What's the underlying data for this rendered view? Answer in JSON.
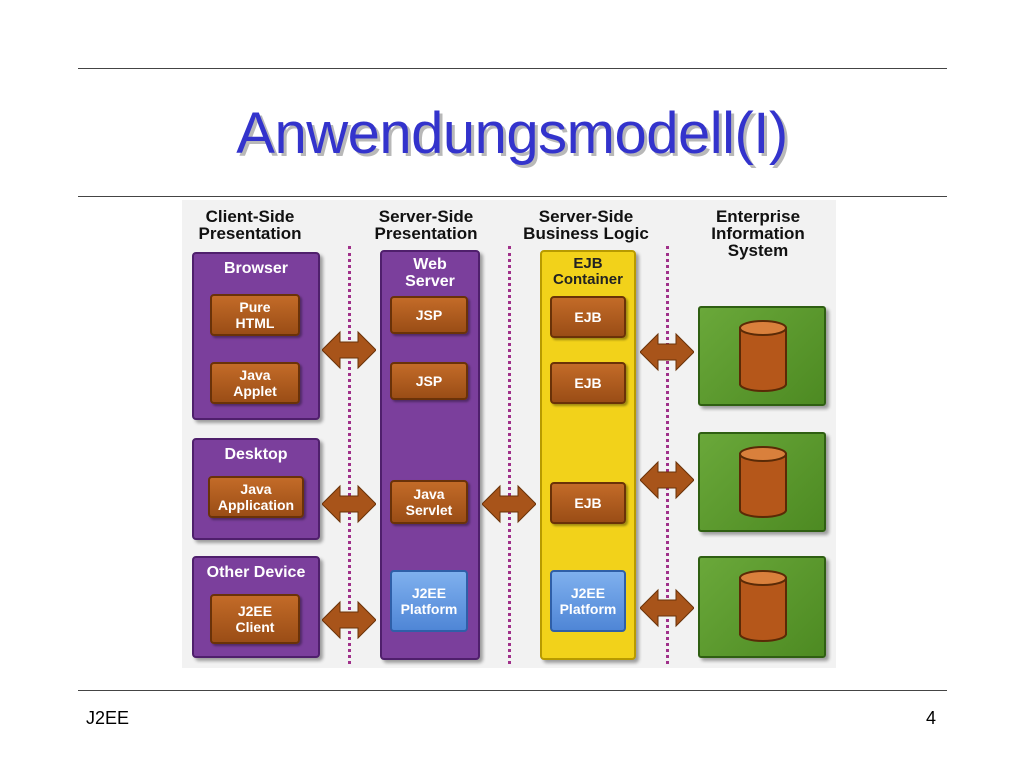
{
  "slide": {
    "title": "Anwendungsmodell(I)",
    "footer_left": "J2EE",
    "page_number": "4"
  },
  "diagram": {
    "columns": [
      {
        "line1": "Client-Side",
        "line2": "Presentation"
      },
      {
        "line1": "Server-Side",
        "line2": "Presentation"
      },
      {
        "line1": "Server-Side",
        "line2": "Business Logic"
      },
      {
        "line1": "Enterprise",
        "line2": "Information",
        "line3": "System"
      }
    ],
    "client": {
      "browser": {
        "label": "Browser",
        "pure_html": [
          "Pure",
          "HTML"
        ],
        "java_applet": [
          "Java",
          "Applet"
        ]
      },
      "desktop": {
        "label": "Desktop",
        "java_app": [
          "Java",
          "Application"
        ]
      },
      "other": {
        "label": "Other Device",
        "j2ee_client": [
          "J2EE",
          "Client"
        ]
      }
    },
    "web_server": {
      "label": [
        "Web",
        "Server"
      ],
      "jsp1": "JSP",
      "jsp2": "JSP",
      "servlet": [
        "Java",
        "Servlet"
      ],
      "platform": [
        "J2EE",
        "Platform"
      ]
    },
    "ejb_container": {
      "label": [
        "EJB",
        "Container"
      ],
      "ejb1": "EJB",
      "ejb2": "EJB",
      "ejb3": "EJB",
      "platform": [
        "J2EE",
        "Platform"
      ]
    },
    "colors": {
      "title": "#3333cc",
      "client_panel": "#7b3f9c",
      "component": "#b05c1e",
      "ejb_container": "#f2d21a",
      "platform": "#6a9ae4",
      "eis": "#5a982c",
      "separator": "#a0308a"
    },
    "icons": [
      "bidirectional-arrow-icon",
      "database-cylinder-icon"
    ]
  }
}
